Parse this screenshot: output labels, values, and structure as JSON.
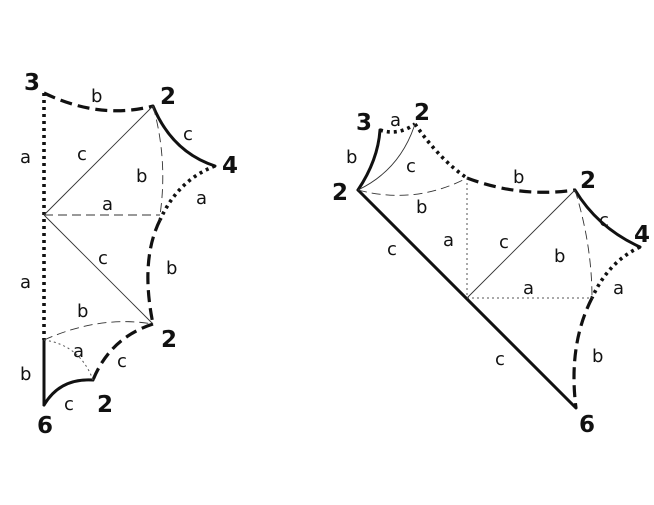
{
  "left_figure": {
    "vertices": {
      "top_left": "3",
      "top_right": "2",
      "right": "4",
      "mid_right": "2",
      "bottom_mid": "2",
      "bottom_left": "6"
    },
    "edges": {
      "top": "b",
      "upper_right": "c",
      "right_outer": "a",
      "right_inner": "b",
      "left_upper": "a",
      "left_lower": "a",
      "left_bottom": "b",
      "lower_arc": "c",
      "bottom_arc": "c"
    },
    "interior": {
      "diag_upper": "c",
      "vertical_arc": "b",
      "horizontal": "a",
      "diag_lower": "c",
      "lower_arc": "b",
      "small_arc": "a"
    }
  },
  "right_figure": {
    "vertices": {
      "top_left": "3",
      "top_mid": "2",
      "left": "2",
      "top_right": "2",
      "right": "4",
      "bottom": "6"
    },
    "edges": {
      "top_small": "a",
      "left_short": "b",
      "top_arc": "b",
      "upper_right": "c",
      "right_outer": "a",
      "right_lower": "b",
      "long_diag": "c",
      "lower_diag": "c"
    },
    "interior": {
      "top_arc": "c",
      "left_arc": "b",
      "vertical": "a",
      "diag": "c",
      "vertical_arc": "b",
      "horizontal": "a"
    }
  }
}
